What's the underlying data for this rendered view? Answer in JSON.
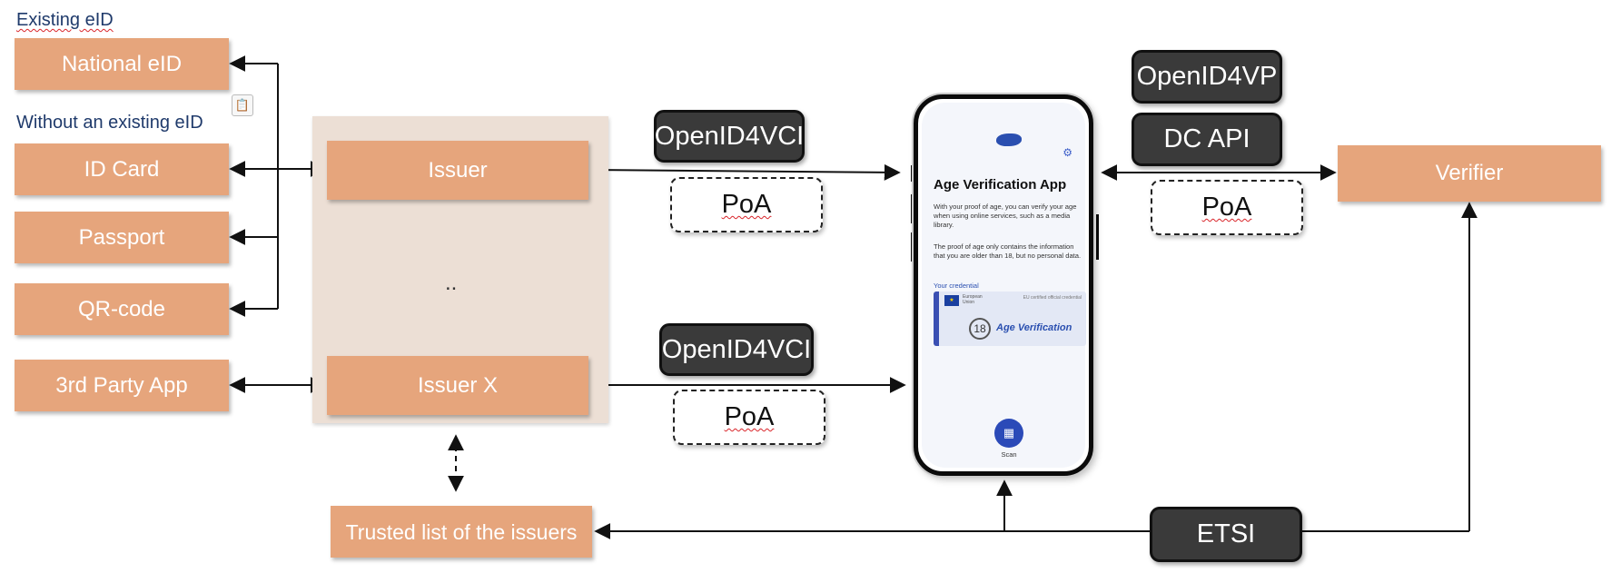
{
  "labels": {
    "existing_eid": "Existing eID",
    "without_eid": "Without an existing eID"
  },
  "sources": {
    "national_eid": "National eID",
    "id_card": "ID Card",
    "passport": "Passport",
    "qr_code": "QR-code",
    "third_party": "3rd Party App"
  },
  "issuers": {
    "issuer": "Issuer",
    "ellipsis": "..",
    "issuer_x": "Issuer X"
  },
  "trusted_list": "Trusted list of the issuers",
  "protocols": {
    "top_vci": "OpenID4VCI",
    "top_poa": "PoA",
    "bottom_vci": "OpenID4VCI",
    "bottom_poa": "PoA",
    "vp": "OpenID4VP",
    "dc_api": "DC API",
    "right_poa": "PoA",
    "etsi": "ETSI"
  },
  "verifier": "Verifier",
  "phone": {
    "title": "Age Verification App",
    "para1": "With your proof of age, you can verify your age when using online services, such as a media library.",
    "para2": "The proof of age only contains the information that you are older than 18, but no personal data.",
    "credential_label": "Your credential",
    "card_union": "European Union",
    "card_certified": "EU certified official credential",
    "card_age": "18",
    "card_title": "Age Verification",
    "scan_label": "Scan"
  },
  "colors": {
    "source_box": "#e6a57c",
    "issuer_panel": "#ecdfd5",
    "dark_box": "#3a3a3a",
    "label_text": "#1f3a6b"
  }
}
